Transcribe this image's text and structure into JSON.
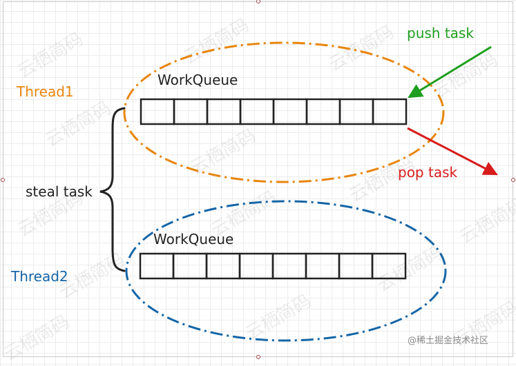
{
  "thread1": {
    "label": "Thread1",
    "color": "#E8850C"
  },
  "thread2": {
    "label": "Thread2",
    "color": "#1565A6"
  },
  "queue1": {
    "label": "WorkQueue",
    "cells": 8
  },
  "queue2": {
    "label": "WorkQueue",
    "cells": 8
  },
  "steal": {
    "label": "steal task"
  },
  "push": {
    "label": "push task",
    "color": "#1E9E1E"
  },
  "pop": {
    "label": "pop task",
    "color": "#D81B1B"
  },
  "credit": "@稀土掘金技术社区",
  "watermark": "云栖简码"
}
